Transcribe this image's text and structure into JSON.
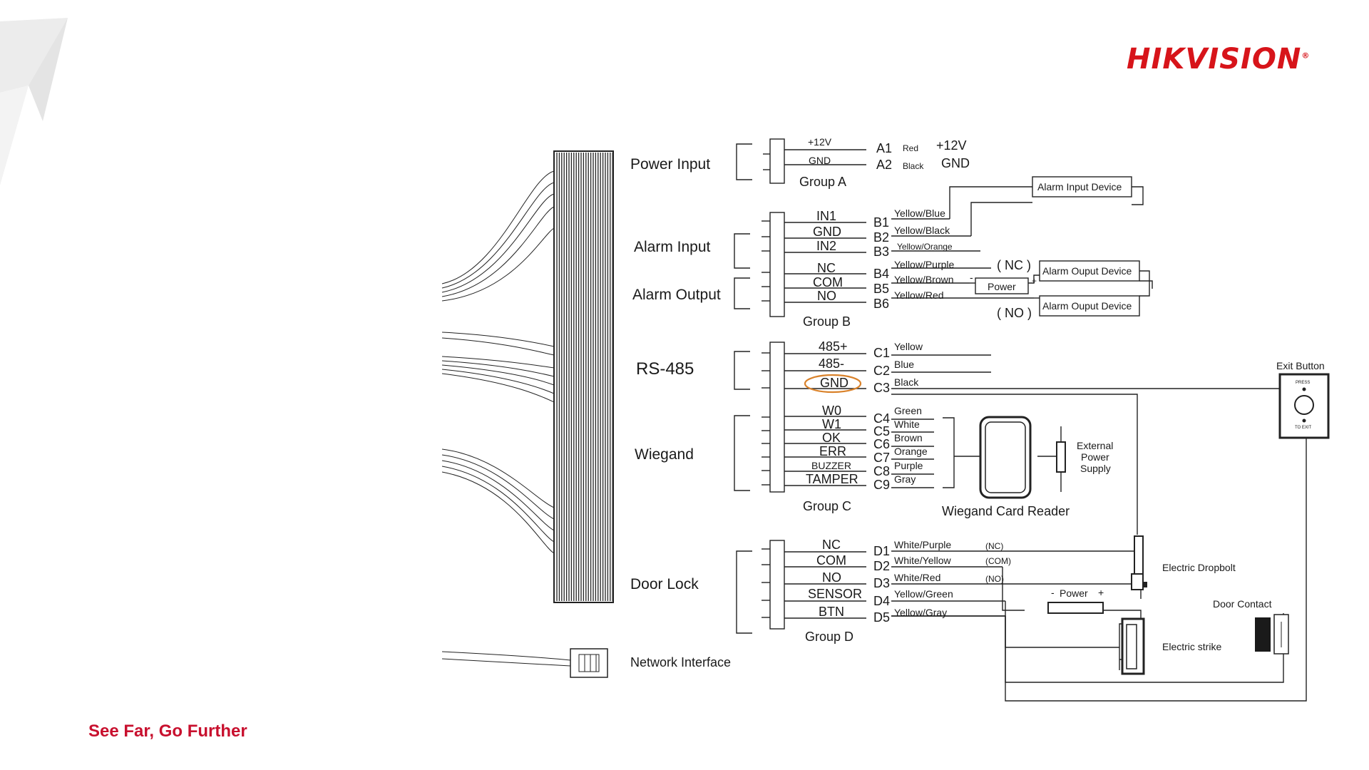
{
  "brand": {
    "logo_text": "HIKVISION",
    "trademark": "®"
  },
  "slogan": "See Far, Go Further",
  "groups": {
    "power_input": "Power Input",
    "alarm_input": "Alarm Input",
    "alarm_output": "Alarm Output",
    "rs485": "RS-485",
    "wiegand": "Wiegand",
    "door_lock": "Door Lock",
    "network": "Network Interface",
    "group_a": "Group A",
    "group_b": "Group B",
    "group_c": "Group C",
    "group_d": "Group D"
  },
  "group_a": {
    "pins": [
      {
        "signal": "+12V",
        "id": "A1",
        "color": "Red",
        "note": "+12V"
      },
      {
        "signal": "GND",
        "id": "A2",
        "color": "Black",
        "note": "GND"
      }
    ]
  },
  "group_b": {
    "pins": [
      {
        "signal": "IN1",
        "id": "B1",
        "color": "Yellow/Blue"
      },
      {
        "signal": "GND",
        "id": "B2",
        "color": "Yellow/Black"
      },
      {
        "signal": "IN2",
        "id": "B3",
        "color": "Yellow/Orange"
      },
      {
        "signal": "NC",
        "id": "B4",
        "color": "Yellow/Purple"
      },
      {
        "signal": "COM",
        "id": "B5",
        "color": "Yellow/Brown"
      },
      {
        "signal": "NO",
        "id": "B6",
        "color": "Yellow/Red"
      }
    ],
    "alarm_input_device": "Alarm Input Device",
    "alarm_output_device_1": "Alarm Ouput Device",
    "alarm_output_device_2": "Alarm Ouput Device",
    "power": "Power",
    "nc_tag": "( NC )",
    "no_tag": "( NO )",
    "minus": "-",
    "plus": "+"
  },
  "group_c": {
    "pins": [
      {
        "signal": "485+",
        "id": "C1",
        "color": "Yellow"
      },
      {
        "signal": "485-",
        "id": "C2",
        "color": "Blue"
      },
      {
        "signal": "GND",
        "id": "C3",
        "color": "Black"
      },
      {
        "signal": "W0",
        "id": "C4",
        "color": "Green"
      },
      {
        "signal": "W1",
        "id": "C5",
        "color": "White"
      },
      {
        "signal": "OK",
        "id": "C6",
        "color": "Brown"
      },
      {
        "signal": "ERR",
        "id": "C7",
        "color": "Orange"
      },
      {
        "signal": "BUZZER",
        "id": "C8",
        "color": "Purple"
      },
      {
        "signal": "TAMPER",
        "id": "C9",
        "color": "Gray"
      }
    ],
    "card_reader": "Wiegand Card Reader",
    "ext_power_1": "External",
    "ext_power_2": "Power",
    "ext_power_3": "Supply"
  },
  "group_d": {
    "pins": [
      {
        "signal": "NC",
        "id": "D1",
        "color": "White/Purple",
        "tag": "(NC)"
      },
      {
        "signal": "COM",
        "id": "D2",
        "color": "White/Yellow",
        "tag": "(COM)"
      },
      {
        "signal": "NO",
        "id": "D3",
        "color": "White/Red",
        "tag": "(NO)"
      },
      {
        "signal": "SENSOR",
        "id": "D4",
        "color": "Yellow/Green",
        "tag": ""
      },
      {
        "signal": "BTN",
        "id": "D5",
        "color": "Yellow/Gray",
        "tag": ""
      }
    ],
    "dropbolt": "Electric Dropbolt",
    "strike": "Electric strike",
    "door_contact": "Door Contact",
    "power": "Power",
    "minus": "-",
    "plus": "+"
  },
  "exit_button": {
    "label": "Exit Button",
    "press": "PRESS",
    "to_exit": "TO EXIT"
  },
  "colors": {
    "brand_red": "#d7141a",
    "highlight_ring": "#d9822b",
    "line": "#222222"
  }
}
